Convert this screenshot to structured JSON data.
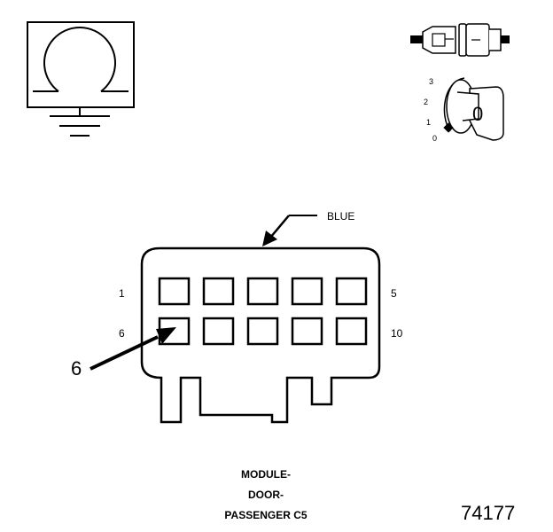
{
  "symbol": {
    "ground_icon": "ground-symbol-icon",
    "connector_icon": "inline-connector-icon",
    "key_icon": "ignition-key-icon",
    "ignition_positions": [
      "3",
      "2",
      "1",
      "0"
    ],
    "key_cylinder_label": "0"
  },
  "connector": {
    "color_label": "BLUE",
    "pin_left_top": "1",
    "pin_right_top": "5",
    "pin_left_bottom": "6",
    "pin_right_bottom": "10",
    "callout": "6"
  },
  "title": {
    "line1": "MODULE-",
    "line2": "DOOR-",
    "line3": "PASSENGER C5"
  },
  "figure_number": "74177"
}
